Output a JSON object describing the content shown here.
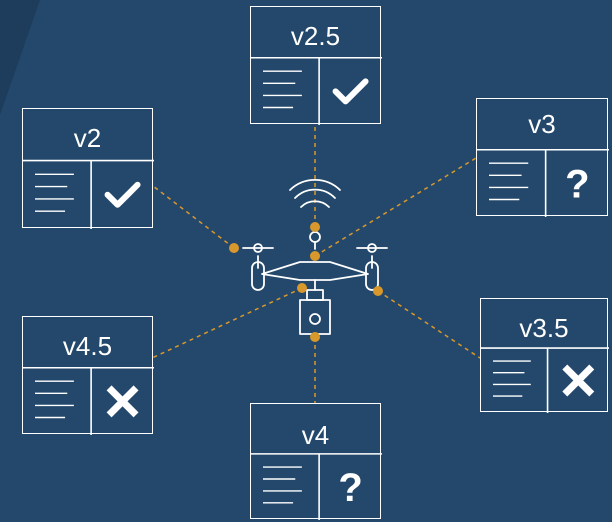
{
  "colors": {
    "background": "#24486b",
    "background_shade": "#1e3d5c",
    "line": "#ffffff",
    "accent": "#d9982b"
  },
  "versions": [
    {
      "label": "v2.5",
      "status": "check"
    },
    {
      "label": "v2",
      "status": "check"
    },
    {
      "label": "v3",
      "status": "question"
    },
    {
      "label": "v4.5",
      "status": "cross"
    },
    {
      "label": "v3.5",
      "status": "cross"
    },
    {
      "label": "v4",
      "status": "question"
    }
  ],
  "center": {
    "icon": "drone-icon",
    "signal_icon": "wifi-signal-icon"
  }
}
